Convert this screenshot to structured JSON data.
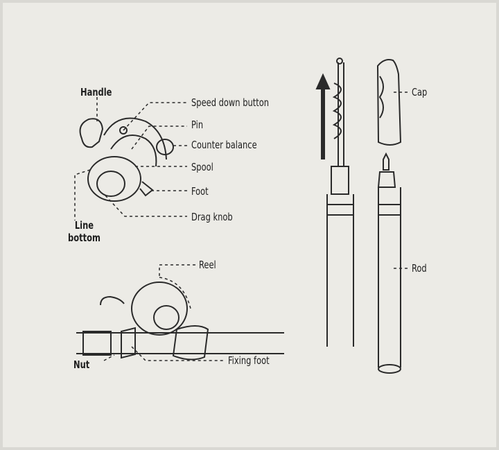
{
  "reel_parts": {
    "handle": "Handle",
    "speed_down_button": "Speed down button",
    "pin": "Pin",
    "counter_balance": "Counter balance",
    "spool": "Spool",
    "foot": "Foot",
    "drag_knob": "Drag knob",
    "line_bottom": "Line\nbottom"
  },
  "assembly": {
    "reel": "Reel",
    "nut": "Nut",
    "fixing_foot": "Fixing foot"
  },
  "rod_parts": {
    "cap": "Cap",
    "rod": "Rod"
  },
  "colors": {
    "background": "#ecebe6",
    "ink": "#1e1e1e"
  }
}
